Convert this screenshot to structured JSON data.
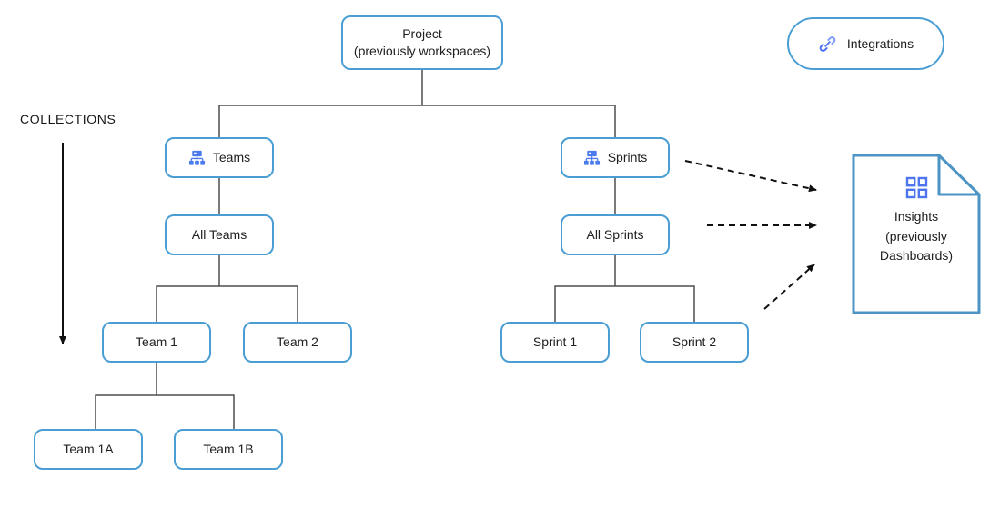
{
  "diagram": {
    "collections_label": "COLLECTIONS",
    "nodes": {
      "project": {
        "line1": "Project",
        "line2": "(previously workspaces)"
      },
      "teams": {
        "label": "Teams"
      },
      "all_teams": {
        "label": "All Teams"
      },
      "team_1": {
        "label": "Team 1"
      },
      "team_2": {
        "label": "Team 2"
      },
      "team_1a": {
        "label": "Team 1A"
      },
      "team_1b": {
        "label": "Team 1B"
      },
      "sprints": {
        "label": "Sprints"
      },
      "all_sprints": {
        "label": "All Sprints"
      },
      "sprint_1": {
        "label": "Sprint 1"
      },
      "sprint_2": {
        "label": "Sprint 2"
      }
    },
    "integrations": {
      "label": "Integrations",
      "icon": "link-icon"
    },
    "insights": {
      "line1": "Insights",
      "line2": "(previously",
      "line3": "Dashboards)",
      "icon": "dashboard-grid-icon"
    },
    "colors": {
      "node_border": "#4A9ED3",
      "document_border": "#4C94C4",
      "connector": "#4D4D4D",
      "arrow": "#101010",
      "icon_blue": "#4B7BEC",
      "text": "#202020"
    }
  }
}
